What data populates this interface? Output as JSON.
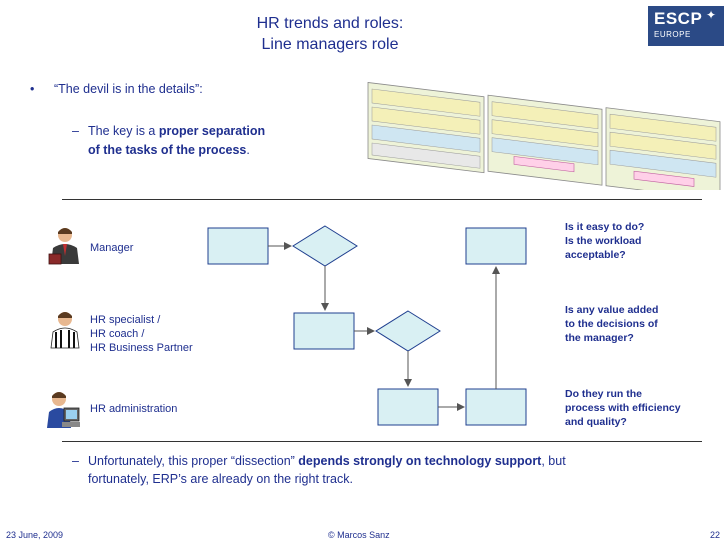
{
  "header": {
    "title_line1": "HR trends and roles:",
    "title_line2": "Line managers role",
    "logo_line1": "ESCP",
    "logo_line2": "EUROPE"
  },
  "bullet": {
    "text": "“The devil is in the details”:"
  },
  "sub_point1": {
    "prefix": "The key is a ",
    "bold1": "proper separation",
    "bold2": "of the tasks of the process",
    "suffix": "."
  },
  "lanes": [
    {
      "label": "Manager",
      "icon": "manager-person-icon"
    },
    {
      "label_l1": "HR specialist /",
      "label_l2": "HR coach /",
      "label_l3": "HR Business Partner",
      "icon": "hr-specialist-person-icon"
    },
    {
      "label": "HR administration",
      "icon": "hr-admin-computer-person-icon"
    }
  ],
  "questions": [
    {
      "l1": "Is it easy to do?",
      "l2": "Is the workload",
      "l3": "acceptable?"
    },
    {
      "l1": "Is any value added",
      "l2": "to the decisions of",
      "l3": "the manager?"
    },
    {
      "l1": "Do they run the",
      "l2": "process with efficiency",
      "l3": "and quality?"
    }
  ],
  "sub_point2": {
    "prefix": "Unfortunately, this proper “dissection” ",
    "bold": "depends strongly on technology support",
    "suffix_l1": ", but",
    "line2": "fortunately, ERP’s are already on the right track."
  },
  "footer": {
    "date": "23 June, 2009",
    "copyright": "© Marcos Sanz",
    "page": "22"
  },
  "colors": {
    "shape_fill": "#d9f0f3",
    "shape_stroke": "#1f3f8f",
    "text": "#1f2f8f",
    "logo_bg": "#2b4a86"
  }
}
